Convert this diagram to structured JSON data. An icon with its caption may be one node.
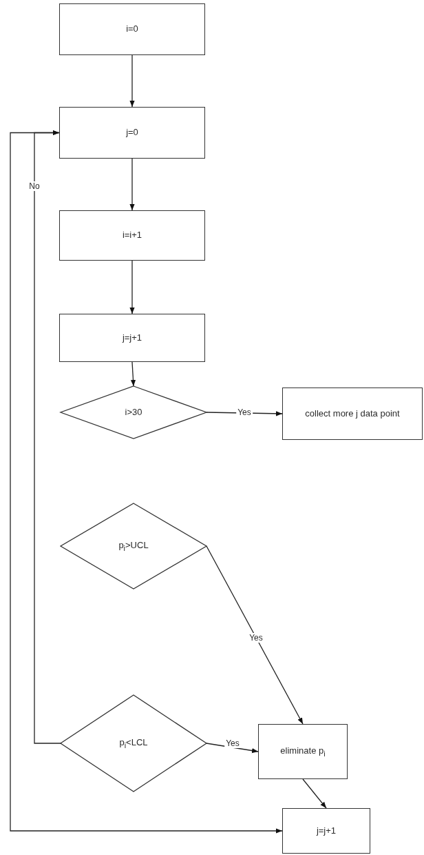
{
  "diagram": {
    "nodes": [
      {
        "text": [
          "i=0"
        ]
      },
      {
        "text": [
          "j=0"
        ]
      },
      {
        "text": [
          "i=i+1"
        ]
      },
      {
        "text": [
          "j=j+1"
        ]
      },
      {
        "text": [
          "i>30"
        ]
      },
      {
        "text": [
          "collect more j data point"
        ]
      },
      {
        "text": [
          "p$_{i}$>UCL"
        ]
      },
      {
        "text": [
          "p$_{i}$<LCL"
        ]
      },
      {
        "text": [
          "eliminate p$_{i}$"
        ]
      },
      {
        "text": [
          "j=j+1"
        ]
      }
    ],
    "edges": [
      {
        "from": 0,
        "to": 1,
        "arrow": "to"
      },
      {
        "from": 1,
        "to": 2,
        "arrow": "to"
      },
      {
        "from": 2,
        "to": 3,
        "arrow": "to"
      },
      {
        "from": 3,
        "to": 4,
        "arrow": "to"
      },
      {
        "from": 4,
        "to": 5,
        "arrow": "to",
        "label": "Yes"
      },
      {
        "from": 6,
        "to": 8,
        "arrow": "to",
        "label": "Yes"
      },
      {
        "from": 7,
        "to": 8,
        "arrow": "to",
        "label": "Yes"
      },
      {
        "from": 8,
        "to": 9,
        "arrow": "to"
      },
      {
        "from": 7,
        "to": 1,
        "arrow": "to",
        "label": "No"
      },
      {
        "from": 9,
        "to": 1,
        "arrow": "both"
      }
    ]
  }
}
